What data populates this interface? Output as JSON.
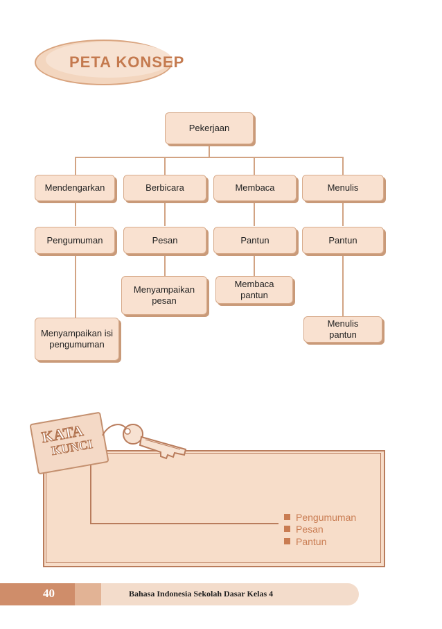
{
  "title": "PETA KONSEP",
  "concept_map": {
    "root": "Pekerjaan",
    "level1": [
      "Mendengarkan",
      "Berbicara",
      "Membaca",
      "Menulis"
    ],
    "level2": [
      "Pengumuman",
      "Pesan",
      "Pantun",
      "Pantun"
    ],
    "level3": [
      "Menyampaikan isi pengumuman",
      "Menyampaikan pesan",
      "Membaca pantun",
      "Menulis pantun"
    ]
  },
  "kata_kunci": {
    "tag_line1": "KATA",
    "tag_line2": "KUNCI",
    "items": [
      "Pengumuman",
      "Pesan",
      "Pantun"
    ]
  },
  "footer": {
    "page_number": "40",
    "book_title": "Bahasa Indonesia Sekolah Dasar Kelas 4"
  },
  "colors": {
    "accent": "#c47a4f",
    "box_fill": "#f9e1d0",
    "line": "#d2a383"
  }
}
